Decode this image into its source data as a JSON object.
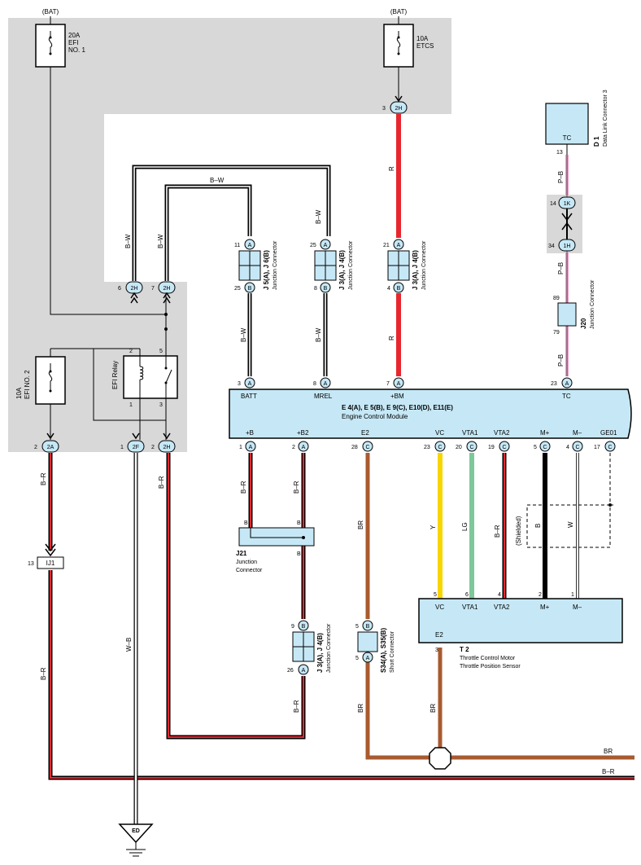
{
  "bat": "(BAT)",
  "fuses": {
    "efi1": {
      "amps": "20A",
      "l1": "EFI",
      "l2": "NO. 1"
    },
    "etcs": {
      "amps": "10A",
      "l1": "ETCS"
    },
    "efi2": {
      "amps": "10A",
      "l1": "EFI NO. 2"
    }
  },
  "relay": {
    "label": "EFI Relay",
    "pins": [
      "2",
      "5",
      "1",
      "3"
    ]
  },
  "wires": {
    "bw": "B–W",
    "r": "R",
    "pb": "P–B",
    "br": "BR",
    "b_r": "B–R",
    "wb": "W–B",
    "y": "Y",
    "lg": "LG",
    "b": "B",
    "w": "W",
    "shielded": "(Shielded)"
  },
  "connectors": {
    "j5j6": {
      "title": "J 5(A), J 6(B)",
      "sub": "Junction Connector"
    },
    "j3j4_top": {
      "title": "J 3(A), J 4(B)",
      "sub": "Junction Connector"
    },
    "j3j4_r": {
      "title": "J 3(A), J 4(B)",
      "sub": "Junction Connector"
    },
    "j3j4_low": {
      "title": "J 3(A), J 4(B)",
      "sub": "Junction Connector"
    },
    "d1": {
      "title": "D 1",
      "sub": "Data Link Connector 3",
      "pin": "TC"
    },
    "j20": {
      "title": "J20",
      "sub": "Junction Connector"
    },
    "j21": {
      "title": "J21",
      "sub1": "Junction",
      "sub2": "Connector"
    },
    "s34": {
      "title": "S34(A), S35(B)",
      "sub": "Short Connector"
    },
    "ij1": "IJ1",
    "ed": "ED"
  },
  "inline": {
    "h2_a": "2H",
    "h2_b": "2H",
    "h2_c": "2H",
    "h2_d": "2H",
    "a2": "2A",
    "f2": "2F",
    "k1": "1K",
    "h1": "1H"
  },
  "ecm": {
    "title": "E 4(A), E 5(B), E 9(C), E10(D), E11(E)",
    "subtitle": "Engine Control Module",
    "top_pins": [
      "BATT",
      "MREL",
      "+BM",
      "TC"
    ],
    "bottom_pins": [
      "+B",
      "+B2",
      "E2",
      "VC",
      "VTA1",
      "VTA2",
      "M+",
      "M–",
      "GE01"
    ]
  },
  "throttle": {
    "title": "T 2",
    "sub1": "Throttle Control Motor",
    "sub2": "Throttle Position Sensor",
    "pins": [
      "VC",
      "VTA1",
      "VTA2",
      "M+",
      "M–"
    ],
    "e2": "E2"
  },
  "pins": {
    "p3": "3",
    "p8": "8",
    "p7": "7",
    "p23": "23",
    "p11": "11",
    "p25": "25",
    "p21": "21",
    "p4": "4",
    "p1": "1",
    "p2": "2",
    "p28": "28",
    "p20": "20",
    "p19": "19",
    "p5": "5",
    "p17": "17",
    "p6": "6",
    "p13": "13",
    "p14": "14",
    "p34": "34",
    "p89": "89",
    "p79": "79",
    "p9": "9",
    "p26": "26"
  },
  "letters": {
    "A": "A",
    "B": "B",
    "C": "C"
  },
  "colors": {
    "red": "#e8262e",
    "brown": "#a85a2f",
    "yellow": "#f7d600",
    "lg": "#7ec89a",
    "pink": "#e8a0c8",
    "conn": "#c6e8f6",
    "gray": "#d8d8d8"
  }
}
